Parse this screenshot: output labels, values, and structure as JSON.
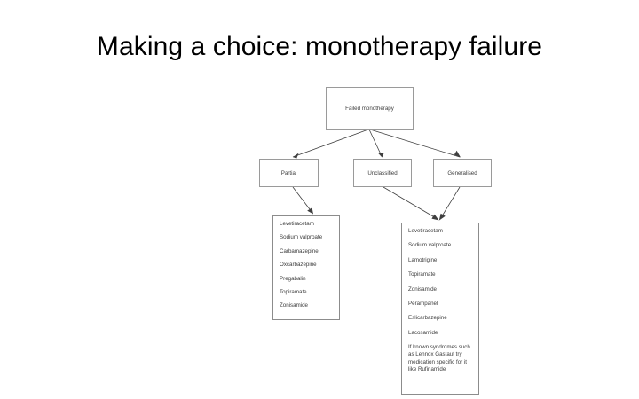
{
  "slide": {
    "title": "Making a choice: monotherapy failure",
    "background_color": "#ffffff",
    "text_color": "#000000"
  },
  "diagram": {
    "type": "flowchart",
    "box_border_color": "#9a9a9a",
    "arrow_color": "#3f3f3f",
    "nodes": {
      "root": "Failed monotherapy",
      "branch_partial": "Partial",
      "branch_unclassified": "Unclassified",
      "branch_generalised": "Generalised"
    },
    "partial_drugs": [
      "Levetiracetam",
      "Sodium valproate",
      "Carbamazepine",
      "Oxcarbazepine",
      "Pregabalin",
      "Topiramate",
      "Zonisamide"
    ],
    "generalised_drugs": [
      "Levetiracetam",
      "Sodium valproate",
      "Lamotrigine",
      "Topiramate",
      "Zonisamide",
      "Perampanel",
      "Eslicarbazepine",
      "Lacosamide"
    ],
    "generalised_note": "If known syndromes such as Lennox Gastaut try medication specific for it like Rufinamide",
    "edges": [
      {
        "from": "Failed monotherapy",
        "to": "Partial"
      },
      {
        "from": "Failed monotherapy",
        "to": "Unclassified"
      },
      {
        "from": "Failed monotherapy",
        "to": "Generalised"
      },
      {
        "from": "Partial",
        "to": "partial-drug-list"
      },
      {
        "from": "Unclassified",
        "to": "generalised-drug-list"
      },
      {
        "from": "Generalised",
        "to": "generalised-drug-list"
      }
    ]
  }
}
